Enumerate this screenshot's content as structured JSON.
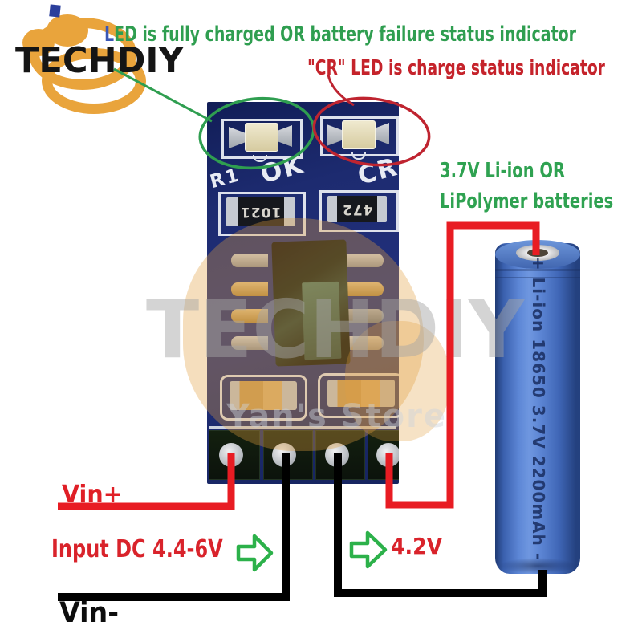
{
  "logo": {
    "text": "TECHDIY"
  },
  "annotations": {
    "ok_led_note_first_letter": "L",
    "ok_led_note": "ED is fully charged OR battery failure status indicator",
    "cr_led_note": "\"CR\" LED is charge status indicator",
    "battery_type_line1": "3.7V Li-ion OR",
    "battery_type_line2": "LiPolymer batteries",
    "vin_plus_label": "Vin+",
    "input_dc_label": "Input DC 4.4-6V",
    "vin_minus_label": "Vin-",
    "output_voltage_label": "4.2V"
  },
  "pcb": {
    "silkscreen": {
      "ok": "OK",
      "cr": "CR",
      "r1": "R1"
    },
    "components": {
      "resistor1": "1021",
      "resistor2": "472"
    }
  },
  "battery": {
    "print": "+ Li-ion 18650 3.7V 2200mAh -"
  },
  "watermark": {
    "brand": "TECHDIY",
    "store": "Yan's Store"
  },
  "colors": {
    "annotation_green": "#2f9e50",
    "annotation_dark_red": "#c5232b",
    "annotation_bright_red": "#d9232b",
    "wire_red": "#e81c23",
    "wire_black": "#000000",
    "arrow_green": "#2cb14a",
    "pcb_blue": "#1c2a6e",
    "battery_blue": "#4a72c8",
    "logo_orange": "#e9a43c"
  }
}
